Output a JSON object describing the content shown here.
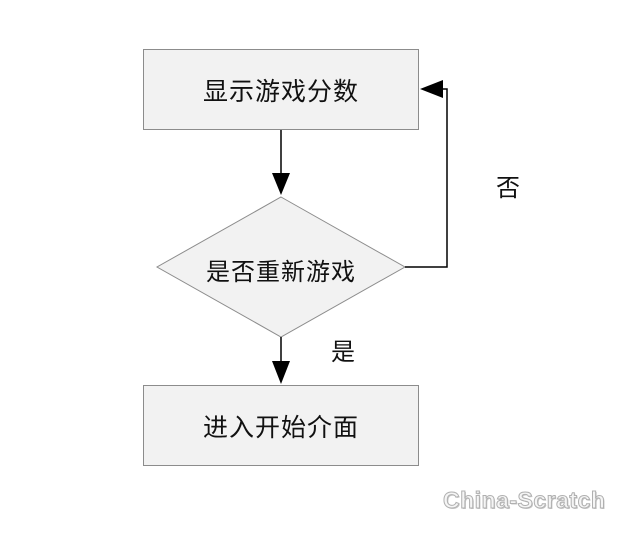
{
  "flowchart": {
    "top_box": "显示游戏分数",
    "decision": "是否重新游戏",
    "bottom_box": "进入开始介面",
    "yes_label": "是",
    "no_label": "否"
  },
  "watermark": "China-Scratch",
  "colors": {
    "box_fill": "#f2f2f2",
    "box_border": "#8c8c8c",
    "line": "#000000"
  }
}
